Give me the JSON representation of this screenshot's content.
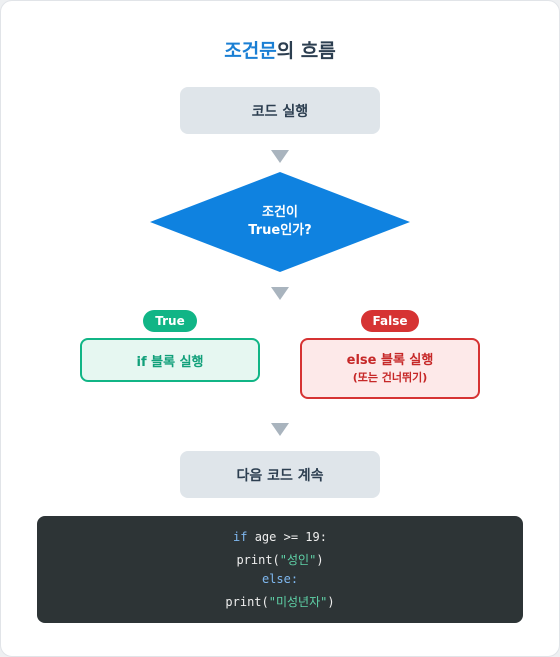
{
  "title": {
    "highlight": "조건문",
    "rest": "의 흐름"
  },
  "nodes": {
    "start": "코드 실행",
    "condition_line1": "조건이",
    "condition_line2": "True인가?",
    "true_branch": "if 블록 실행",
    "false_branch": "else 블록 실행",
    "false_branch_note": "(또는 건너뛰기)",
    "end": "다음 코드 계속"
  },
  "badges": {
    "true": "True",
    "false": "False"
  },
  "colors": {
    "accent": "#1a7fd4",
    "decision": "#0f82e0",
    "true": "#11b586",
    "false": "#d63333",
    "neutral_box": "#dfe5ea",
    "code_bg": "#2d3436"
  },
  "code": {
    "l1_kw": "if",
    "l1_rest": " age >= 19:",
    "l2_fn": "print(",
    "l2_str": "\"성인\"",
    "l2_end": ")",
    "l3_kw": "else:",
    "l4_fn": "print(",
    "l4_str": "\"미성년자\"",
    "l4_end": ")"
  }
}
